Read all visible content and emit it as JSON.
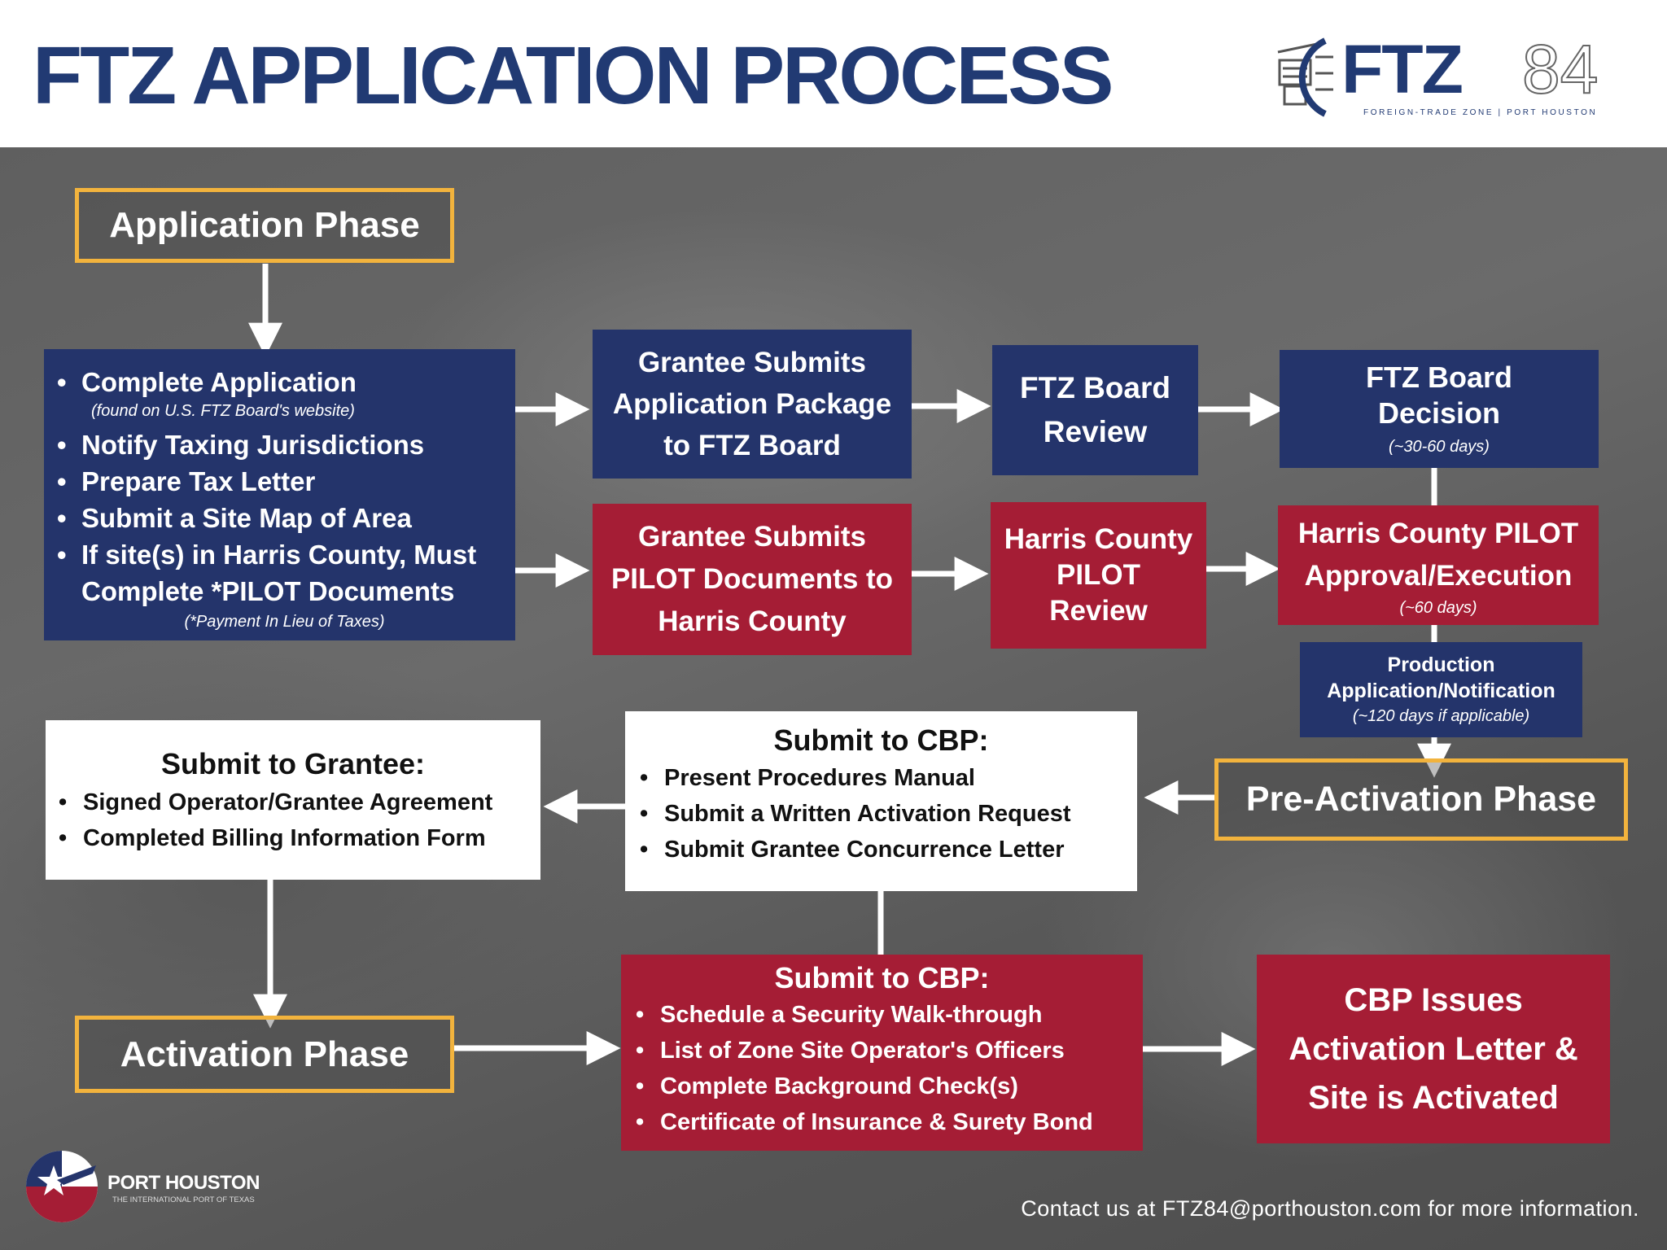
{
  "header": {
    "title": "FTZ APPLICATION PROCESS",
    "logo_mark": "FTZ",
    "logo_number": "84",
    "logo_tagline": "FOREIGN-TRADE ZONE | PORT HOUSTON"
  },
  "phases": {
    "application": "Application Phase",
    "pre_activation": "Pre-Activation Phase",
    "activation": "Activation Phase"
  },
  "application_tasks": {
    "items": [
      "Complete Application",
      "Notify Taxing Jurisdictions",
      "Prepare Tax Letter",
      "Submit a Site Map of Area",
      "If site(s) in Harris County, Must",
      "Complete *PILOT Documents"
    ],
    "website_note": "(found on U.S. FTZ Board's website)",
    "pilot_note": "(*Payment In Lieu of Taxes)"
  },
  "ftz_track": {
    "submit": [
      "Grantee Submits",
      "Application Package",
      "to FTZ Board"
    ],
    "review": [
      "FTZ Board",
      "Review"
    ],
    "decision": [
      "FTZ Board",
      "Decision"
    ],
    "decision_note": "(~30-60 days)"
  },
  "pilot_track": {
    "submit": [
      "Grantee Submits",
      "PILOT Documents to",
      "Harris County"
    ],
    "review": [
      "Harris County",
      "PILOT",
      "Review"
    ],
    "approval": [
      "Harris County PILOT",
      "Approval/Execution"
    ],
    "approval_note": "(~60 days)"
  },
  "production": {
    "lines": [
      "Production",
      "Application/Notification"
    ],
    "note": "(~120 days if applicable)"
  },
  "submit_cbp_pre": {
    "title": "Submit to CBP:",
    "items": [
      "Present Procedures Manual",
      "Submit a Written Activation Request",
      "Submit Grantee Concurrence Letter"
    ]
  },
  "submit_grantee": {
    "title": "Submit to Grantee:",
    "items": [
      "Signed Operator/Grantee Agreement",
      "Completed Billing Information Form"
    ]
  },
  "submit_cbp_act": {
    "title": "Submit to CBP:",
    "items": [
      "Schedule a Security Walk-through",
      "List of Zone Site Operator's Officers",
      "Complete Background Check(s)",
      "Certificate of Insurance & Surety Bond"
    ]
  },
  "cbp_issues": {
    "lines": [
      "CBP Issues",
      "Activation Letter &",
      "Site is Activated"
    ]
  },
  "footer": {
    "brand": "PORT HOUSTON",
    "brand_tagline": "THE INTERNATIONAL PORT OF TEXAS",
    "contact": "Contact us at FTZ84@porthouston.com for more information."
  },
  "colors": {
    "title": "#213a73",
    "navy": "#24346b",
    "red": "#a51d35",
    "phase_border": "#f2b33d",
    "arrow": "#ffffff"
  }
}
